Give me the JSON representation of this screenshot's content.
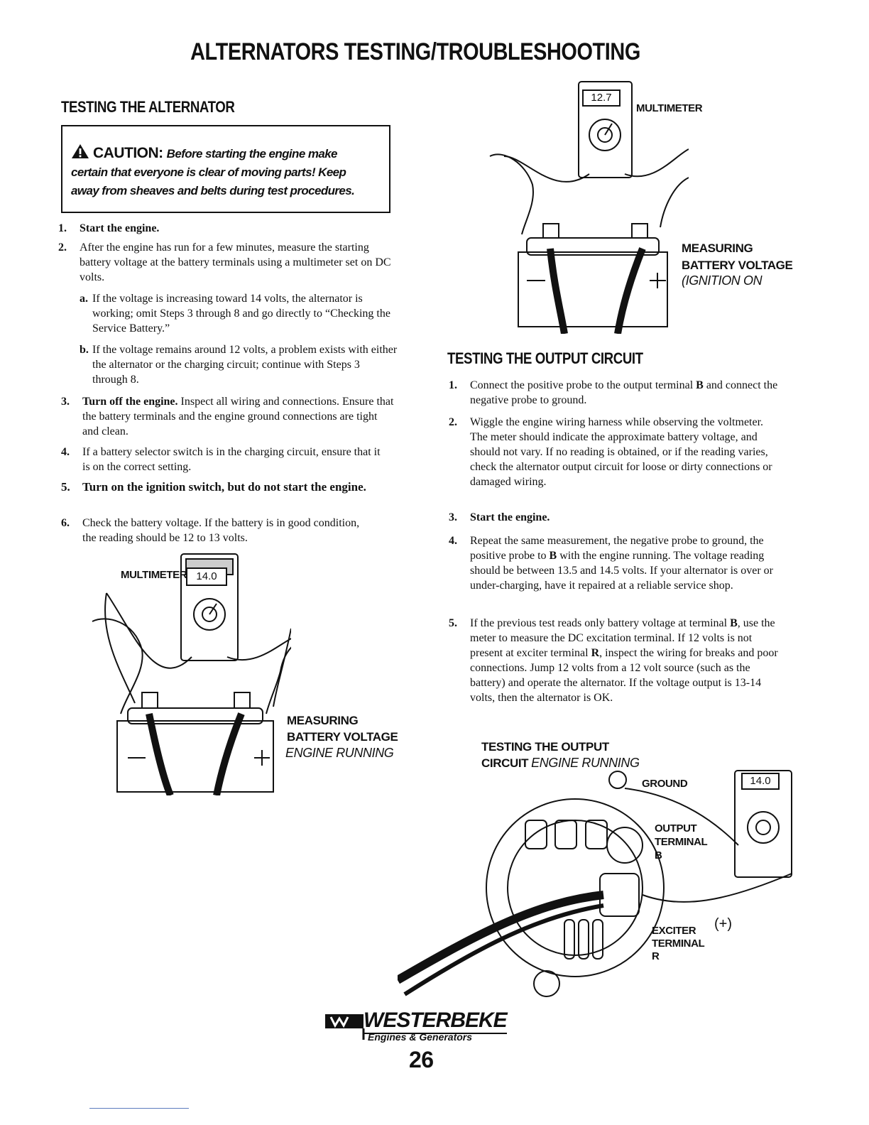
{
  "title": "ALTERNATORS TESTING/TROUBLESHOOTING",
  "left_section": {
    "heading": "TESTING THE ALTERNATOR",
    "caution": {
      "label": "CAUTION:",
      "line1": "Before starting the engine make",
      "line2": "certain that everyone is clear of moving parts! Keep",
      "line3": "away from sheaves and belts during test procedures."
    },
    "steps": [
      {
        "num": "1.",
        "text": "Start the engine."
      },
      {
        "num": "2.",
        "text": "After the engine has run for a few minutes, measure the starting battery voltage at the battery terminals using a multimeter set on DC volts."
      },
      {
        "num": "a.",
        "text": "If the voltage is increasing toward 14 volts, the alternator is working; omit Steps 3 through 8 and go directly to “Checking the Service Battery.”"
      },
      {
        "num": "b.",
        "text": "If the voltage remains around 12 volts, a problem exists with either the alternator or the charging circuit; continue with Steps 3 through 8."
      },
      {
        "num": "3.",
        "bold": "Turn off the engine.",
        "text": " Inspect all wiring and connections. Ensure that the battery terminals and the engine ground connections are tight and clean."
      },
      {
        "num": "4.",
        "text": "If a battery selector switch is in the charging circuit, ensure that it is on the correct setting."
      },
      {
        "num": "5.",
        "text": "Turn on the ignition switch, but do not start the engine."
      },
      {
        "num": "6.",
        "text": "Check the battery voltage. If the battery is in good condition, the reading should be 12 to 13 volts."
      }
    ],
    "figure": {
      "multimeter_label": "MULTIMETER",
      "display": "14.0",
      "caption1": "MEASURING",
      "caption2": "BATTERY VOLTAGE",
      "caption3": "ENGINE RUNNING"
    }
  },
  "right_section": {
    "figure_top": {
      "multimeter_label": "MULTIMETER",
      "display": "12.7",
      "caption1": "MEASURING",
      "caption2": "BATTERY VOLTAGE",
      "caption3": "(IGNITION ON"
    },
    "heading": "TESTING THE OUTPUT CIRCUIT",
    "steps": [
      {
        "num": "1.",
        "text_html_parts": [
          "Connect the positive probe to the output terminal ",
          "B",
          " and connect the negative probe to ground."
        ]
      },
      {
        "num": "2.",
        "text": "Wiggle the engine wiring harness while observing the voltmeter. The meter should indicate the approximate battery voltage, and should not vary. If no reading is obtained, or if the reading varies, check the alternator output circuit for loose or dirty connections or damaged wiring."
      },
      {
        "num": "3.",
        "text": "Start the engine."
      },
      {
        "num": "4.",
        "text_html_parts": [
          "Repeat the same measurement, the negative probe to ground, the positive probe to ",
          "B",
          " with the engine running. The voltage reading should be between 13.5 and 14.5 volts. If your alternator is over or under-charging, have it repaired at a reliable service shop."
        ]
      },
      {
        "num": "5.",
        "text_html_parts": [
          "If the previous test reads only battery voltage at terminal ",
          "B",
          ", use the meter to measure the DC excitation terminal. If 12 volts is not present at exciter terminal ",
          "R",
          ", inspect the wiring for breaks and poor connections. Jump 12 volts from a 12 volt source (such as the battery) and operate the alternator. If the voltage output is 13-14 volts,  then the alternator is OK."
        ]
      }
    ],
    "figure_bottom": {
      "caption1": "TESTING THE OUTPUT",
      "caption2_bold": "CIRCUIT",
      "caption2_it": "ENGINE RUNNING",
      "ground": "GROUND",
      "output1": "OUTPUT",
      "output2": "TERMINAL",
      "output3": "B",
      "exciter1": "EXCITER",
      "exciter2": "TERMINAL",
      "exciter3": "R",
      "plus": "(+)",
      "display": "14.0"
    }
  },
  "footer": {
    "brand": "WESTERBEKE",
    "tagline": "Engines & Generators",
    "page_number": "26"
  }
}
